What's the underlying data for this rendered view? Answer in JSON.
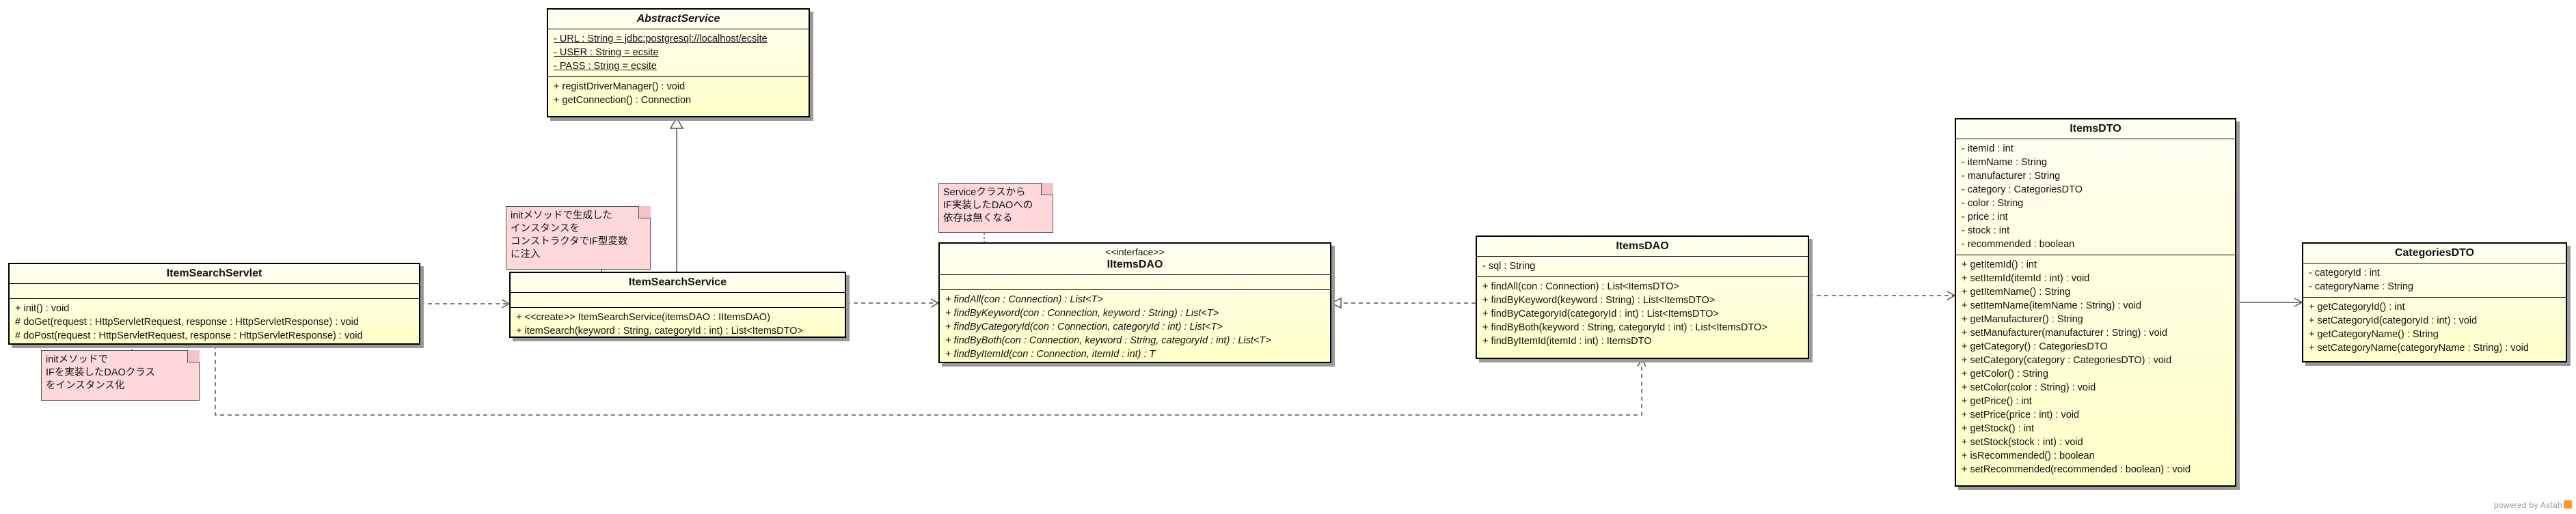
{
  "classes": {
    "abstract_service": {
      "name": "AbstractService",
      "attributes": [
        "- URL : String = jdbc:postgresql://localhost/ecsite",
        "- USER : String = ecsite",
        "- PASS : String = ecsite"
      ],
      "operations": [
        "+ registDriverManager() : void",
        "+ getConnection() : Connection"
      ]
    },
    "item_search_servlet": {
      "name": "ItemSearchServlet",
      "operations": [
        "+ init() : void",
        "# doGet(request : HttpServletRequest, response : HttpServletResponse) : void",
        "# doPost(request : HttpServletRequest, response : HttpServletResponse) : void"
      ]
    },
    "item_search_service": {
      "name": "ItemSearchService",
      "operations": [
        "+ <<create>> ItemSearchService(itemsDAO : IItemsDAO)",
        "+ itemSearch(keyword : String, categoryId : int) : List<ItemsDTO>"
      ]
    },
    "iitems_dao": {
      "stereotype": "<<interface>>",
      "name": "IItemsDAO",
      "operations": [
        "+ findAll(con : Connection) : List<T>",
        "+ findByKeyword(con : Connection, keyword : String) : List<T>",
        "+ findByCategoryId(con : Connection, categoryId : int) : List<T>",
        "+ findByBoth(con : Connection, keyword : String, categoryId : int) : List<T>",
        "+ findByItemId(con : Connection, itemId : int) : T"
      ]
    },
    "items_dao": {
      "name": "ItemsDAO",
      "attributes": [
        "- sql : String"
      ],
      "operations": [
        "+ findAll(con : Connection) : List<ItemsDTO>",
        "+ findByKeyword(keyword : String) : List<ItemsDTO>",
        "+ findByCategoryId(categoryId : int) : List<ItemsDTO>",
        "+ findByBoth(keyword : String, categoryId : int) : List<ItemsDTO>",
        "+ findByItemId(itemId : int) : ItemsDTO"
      ]
    },
    "items_dto": {
      "name": "ItemsDTO",
      "attributes": [
        "- itemId : int",
        "- itemName : String",
        "- manufacturer : String",
        "- category : CategoriesDTO",
        "- color : String",
        "- price : int",
        "- stock : int",
        "- recommended : boolean"
      ],
      "operations": [
        "+ getItemId() : int",
        "+ setItemId(itemId : int) : void",
        "+ getItemName() : String",
        "+ setItemName(itemName : String) : void",
        "+ getManufacturer() : String",
        "+ setManufacturer(manufacturer : String) : void",
        "+ getCategory() : CategoriesDTO",
        "+ setCategory(category : CategoriesDTO) : void",
        "+ getColor() : String",
        "+ setColor(color : String) : void",
        "+ getPrice() : int",
        "+ setPrice(price : int) : void",
        "+ getStock() : int",
        "+ setStock(stock : int) : void",
        "+ isRecommended() : boolean",
        "+ setRecommended(recommended : boolean) : void"
      ]
    },
    "categories_dto": {
      "name": "CategoriesDTO",
      "attributes": [
        "- categoryId : int",
        "- categoryName : String"
      ],
      "operations": [
        "+ getCategoryId() : int",
        "+ setCategoryId(categoryId : int) : void",
        "+ getCategoryName() : String",
        "+ setCategoryName(categoryName : String) : void"
      ]
    }
  },
  "notes": {
    "servlet_note": [
      "initメソッドで",
      "IFを実装したDAOクラス",
      "をインスタンス化"
    ],
    "service_note": [
      "initメソッドで生成した",
      "インスタンスを",
      "コンストラクタでIF型変数",
      "に注入"
    ],
    "dao_note": [
      "Serviceクラスから",
      "IF実装したDAOへの",
      "依存は無くなる"
    ]
  },
  "watermark": "powered by Astah",
  "colors": {
    "class_fill_top": "#fffff2",
    "class_fill_bottom": "#ffffc8",
    "note_fill": "#ffd8dc",
    "edge": "#555555"
  }
}
